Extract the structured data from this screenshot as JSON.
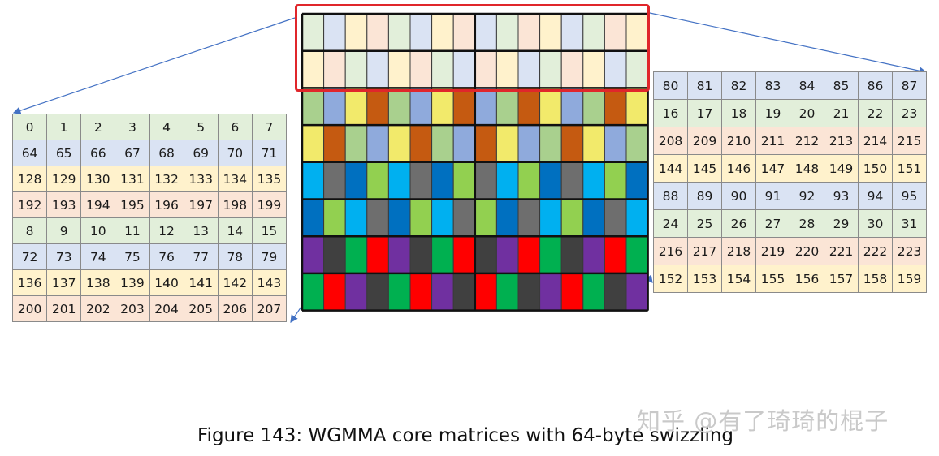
{
  "left_table": {
    "rows": [
      [
        "0",
        "1",
        "2",
        "3",
        "4",
        "5",
        "6",
        "7"
      ],
      [
        "64",
        "65",
        "66",
        "67",
        "68",
        "69",
        "70",
        "71"
      ],
      [
        "128",
        "129",
        "130",
        "131",
        "132",
        "133",
        "134",
        "135"
      ],
      [
        "192",
        "193",
        "194",
        "195",
        "196",
        "197",
        "198",
        "199"
      ],
      [
        "8",
        "9",
        "10",
        "11",
        "12",
        "13",
        "14",
        "15"
      ],
      [
        "72",
        "73",
        "74",
        "75",
        "76",
        "77",
        "78",
        "79"
      ],
      [
        "136",
        "137",
        "138",
        "139",
        "140",
        "141",
        "142",
        "143"
      ],
      [
        "200",
        "201",
        "202",
        "203",
        "204",
        "205",
        "206",
        "207"
      ]
    ],
    "row_colors": [
      "#e2efda",
      "#dae3f3",
      "#fff2cc",
      "#fbe5d6",
      "#e2efda",
      "#dae3f3",
      "#fff2cc",
      "#fbe5d6"
    ]
  },
  "right_table": {
    "rows": [
      [
        "80",
        "81",
        "82",
        "83",
        "84",
        "85",
        "86",
        "87"
      ],
      [
        "16",
        "17",
        "18",
        "19",
        "20",
        "21",
        "22",
        "23"
      ],
      [
        "208",
        "209",
        "210",
        "211",
        "212",
        "213",
        "214",
        "215"
      ],
      [
        "144",
        "145",
        "146",
        "147",
        "148",
        "149",
        "150",
        "151"
      ],
      [
        "88",
        "89",
        "90",
        "91",
        "92",
        "93",
        "94",
        "95"
      ],
      [
        "24",
        "25",
        "26",
        "27",
        "28",
        "29",
        "30",
        "31"
      ],
      [
        "216",
        "217",
        "218",
        "219",
        "220",
        "221",
        "222",
        "223"
      ],
      [
        "152",
        "153",
        "154",
        "155",
        "156",
        "157",
        "158",
        "159"
      ]
    ],
    "row_colors": [
      "#dae3f3",
      "#e2efda",
      "#fbe5d6",
      "#fff2cc",
      "#dae3f3",
      "#e2efda",
      "#fbe5d6",
      "#fff2cc"
    ]
  },
  "swizzle_grid": {
    "palette": {
      "G": "#e2efda",
      "B": "#dae3f3",
      "Y": "#fff2cc",
      "P": "#fbe5d6",
      "b2": "#8faadc",
      "y2": "#f2ea6b",
      "o2": "#c55a11",
      "g2": "#a9d08e",
      "c3": "#00b0f0",
      "k3": "#6e6e6e",
      "d3": "#0070c0",
      "l3": "#92d050",
      "v4": "#7030a0",
      "k4": "#404040",
      "g4": "#00b050",
      "r4": "#ff0000"
    },
    "rows": [
      [
        "G",
        "B",
        "Y",
        "P",
        "G",
        "B",
        "Y",
        "P",
        "B",
        "G",
        "P",
        "Y",
        "B",
        "G",
        "P",
        "Y"
      ],
      [
        "Y",
        "P",
        "G",
        "B",
        "Y",
        "P",
        "G",
        "B",
        "P",
        "Y",
        "B",
        "G",
        "P",
        "Y",
        "B",
        "G"
      ],
      [
        "g2",
        "b2",
        "y2",
        "o2",
        "g2",
        "b2",
        "y2",
        "o2",
        "b2",
        "g2",
        "o2",
        "y2",
        "b2",
        "g2",
        "o2",
        "y2"
      ],
      [
        "y2",
        "o2",
        "g2",
        "b2",
        "y2",
        "o2",
        "g2",
        "b2",
        "o2",
        "y2",
        "b2",
        "g2",
        "o2",
        "y2",
        "b2",
        "g2"
      ],
      [
        "c3",
        "k3",
        "d3",
        "l3",
        "c3",
        "k3",
        "d3",
        "l3",
        "k3",
        "c3",
        "l3",
        "d3",
        "k3",
        "c3",
        "l3",
        "d3"
      ],
      [
        "d3",
        "l3",
        "c3",
        "k3",
        "d3",
        "l3",
        "c3",
        "k3",
        "l3",
        "d3",
        "k3",
        "c3",
        "l3",
        "d3",
        "k3",
        "c3"
      ],
      [
        "v4",
        "k4",
        "g4",
        "r4",
        "v4",
        "k4",
        "g4",
        "r4",
        "k4",
        "v4",
        "r4",
        "g4",
        "k4",
        "v4",
        "r4",
        "g4"
      ],
      [
        "g4",
        "r4",
        "v4",
        "k4",
        "g4",
        "r4",
        "v4",
        "k4",
        "r4",
        "g4",
        "k4",
        "v4",
        "r4",
        "g4",
        "k4",
        "v4"
      ]
    ]
  },
  "caption": "Figure 143: WGMMA core matrices with 64-byte swizzling",
  "watermark": "知乎 @有了琦琦的棍子",
  "colors": {
    "highlight": "#e0262b",
    "arrow": "#4472c4"
  }
}
